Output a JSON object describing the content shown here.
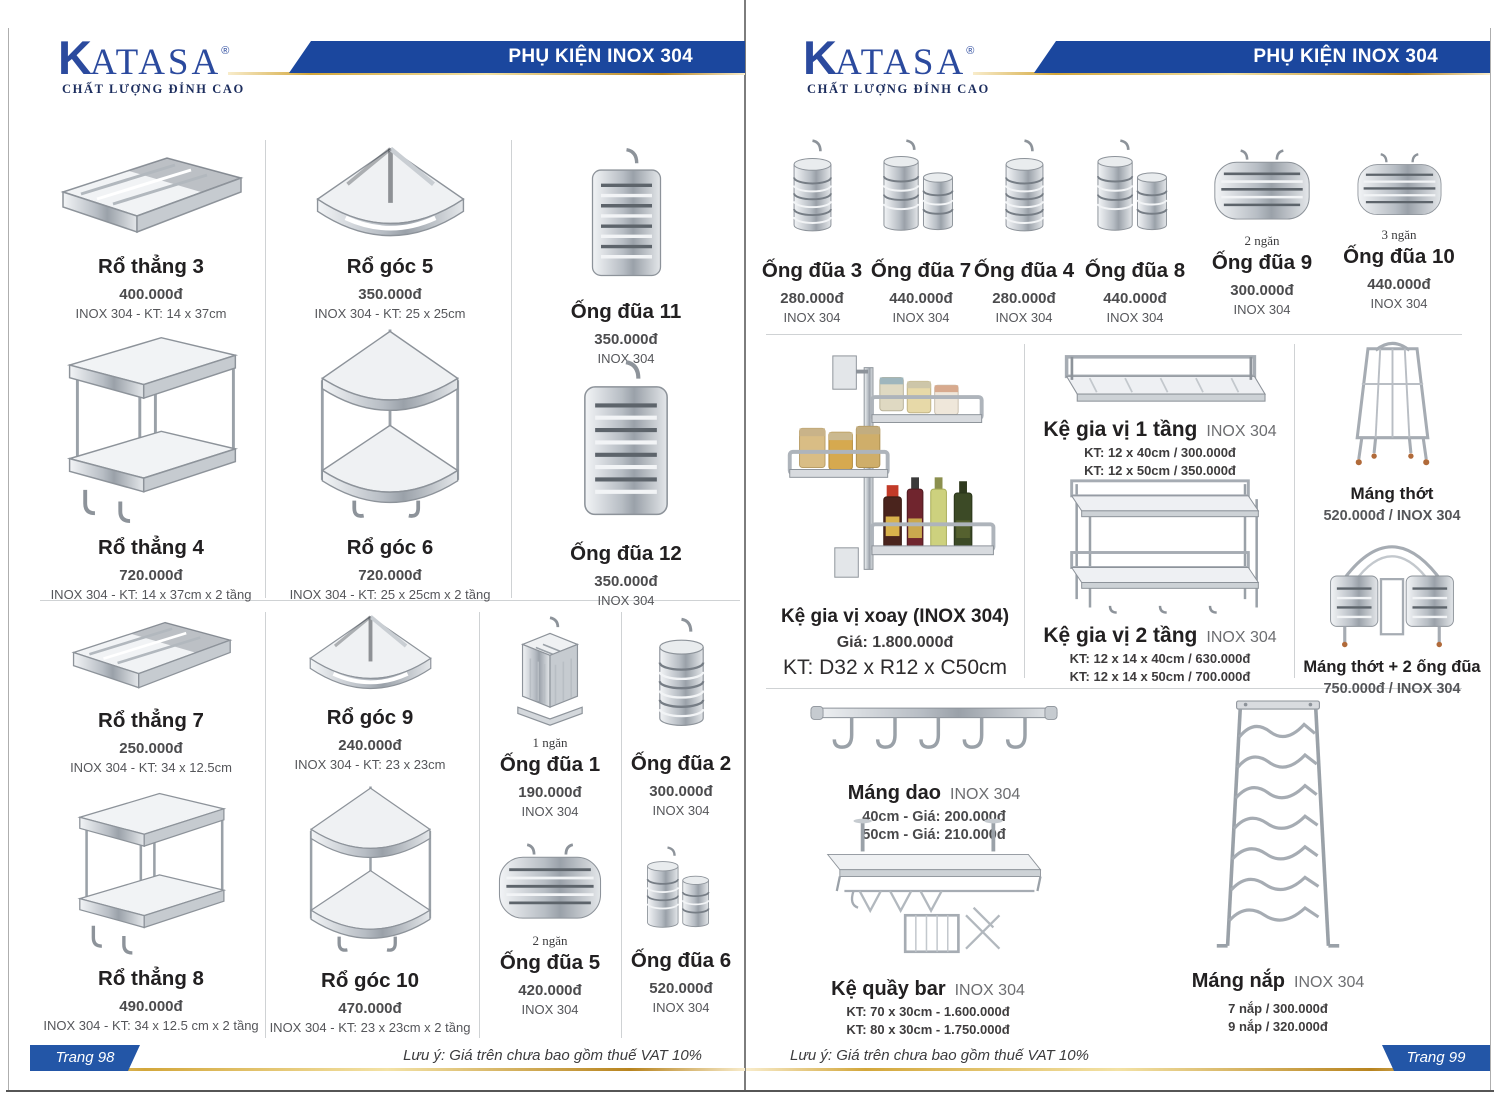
{
  "colors": {
    "accent_blue": "#1b479e",
    "logo_blue": "#2b4a9e",
    "gold": "#c9992f"
  },
  "brand": {
    "logo_k": "K",
    "logo_rest": "ATASA",
    "registered": "®",
    "tagline": "CHẤT LƯỢNG ĐỈNH CAO"
  },
  "banner": {
    "title": "PHỤ KIỆN INOX 304"
  },
  "footer": {
    "note": "Lưu ý: Giá trên chưa bao gồm thuế VAT 10%",
    "page_left": "Trang 98",
    "page_right": "Trang 99"
  },
  "left": {
    "ro_thang_3": {
      "name": "Rổ thẳng 3",
      "price": "400.000đ",
      "spec": "INOX 304 - KT: 14 x 37cm"
    },
    "ro_goc_5": {
      "name": "Rổ góc 5",
      "price": "350.000đ",
      "spec": "INOX 304 - KT: 25 x 25cm"
    },
    "ong_dua_11": {
      "name": "Ống đũa 11",
      "price": "350.000đ",
      "spec": "INOX 304"
    },
    "ro_thang_4": {
      "name": "Rổ thẳng 4",
      "price": "720.000đ",
      "spec": "INOX 304 - KT: 14 x 37cm x 2 tầng"
    },
    "ro_goc_6": {
      "name": "Rổ góc 6",
      "price": "720.000đ",
      "spec": "INOX 304 - KT: 25 x 25cm x 2 tầng"
    },
    "ong_dua_12": {
      "name": "Ống đũa 12",
      "price": "350.000đ",
      "spec": "INOX 304"
    },
    "ro_thang_7": {
      "name": "Rổ thẳng 7",
      "price": "250.000đ",
      "spec": "INOX 304 - KT: 34 x 12.5cm"
    },
    "ro_goc_9": {
      "name": "Rổ góc 9",
      "price": "240.000đ",
      "spec": "INOX 304 - KT: 23 x 23cm"
    },
    "ong_dua_1": {
      "name": "Ống đũa 1",
      "price": "190.000đ",
      "spec": "INOX 304",
      "caption": "1 ngăn"
    },
    "ong_dua_2": {
      "name": "Ống đũa 2",
      "price": "300.000đ",
      "spec": "INOX 304"
    },
    "ro_thang_8": {
      "name": "Rổ thẳng 8",
      "price": "490.000đ",
      "spec": "INOX 304 - KT: 34 x 12.5 cm x 2 tầng"
    },
    "ro_goc_10": {
      "name": "Rổ góc 10",
      "price": "470.000đ",
      "spec": "INOX 304 - KT: 23 x 23cm x 2 tầng"
    },
    "ong_dua_5": {
      "name": "Ống đũa 5",
      "price": "420.000đ",
      "spec": "INOX 304",
      "caption": "2 ngăn"
    },
    "ong_dua_6": {
      "name": "Ống đũa 6",
      "price": "520.000đ",
      "spec": "INOX 304"
    }
  },
  "right": {
    "ong_dua_3": {
      "name": "Ống đũa 3",
      "price": "280.000đ",
      "spec": "INOX 304"
    },
    "ong_dua_7": {
      "name": "Ống đũa 7",
      "price": "440.000đ",
      "spec": "INOX 304"
    },
    "ong_dua_4": {
      "name": "Ống đũa 4",
      "price": "280.000đ",
      "spec": "INOX 304"
    },
    "ong_dua_8": {
      "name": "Ống đũa 8",
      "price": "440.000đ",
      "spec": "INOX 304"
    },
    "ong_dua_9": {
      "name": "Ống đũa 9",
      "price": "300.000đ",
      "spec": "INOX 304",
      "caption": "2 ngăn"
    },
    "ong_dua_10": {
      "name": "Ống đũa 10",
      "price": "440.000đ",
      "spec": "INOX 304",
      "caption": "3 ngăn"
    },
    "ke_gia_vi_xoay": {
      "name": "Kệ gia vị xoay (INOX 304)",
      "price": "Giá: 1.800.000đ",
      "spec": "KT: D32 x R12 x C50cm"
    },
    "ke_gia_vi_1_tang": {
      "name": "Kệ gia vị 1 tầng",
      "material": "INOX 304",
      "line1": "KT: 12 x 40cm / 300.000đ",
      "line2": "KT: 12 x 50cm / 350.000đ"
    },
    "ke_gia_vi_2_tang": {
      "name": "Kệ gia vị 2 tầng",
      "material": "INOX 304",
      "line1": "KT: 12 x 14 x 40cm / 630.000đ",
      "line2": "KT: 12 x 14 x 50cm / 700.000đ"
    },
    "mang_thot": {
      "name": "Máng thớt",
      "price": "520.000đ / INOX 304"
    },
    "mang_thot_2_ong_dua": {
      "name": "Máng thớt + 2 ống đũa",
      "price": "750.000đ / INOX 304"
    },
    "mang_dao": {
      "name": "Máng dao",
      "material": "INOX 304",
      "line1": "40cm  - Giá: 200.000đ",
      "line2": "50cm  - Giá: 210.000đ"
    },
    "ke_quay_bar": {
      "name": "Kệ quầy bar",
      "material": "INOX 304",
      "line1": "KT: 70 x 30cm -  1.600.000đ",
      "line2": "KT: 80 x 30cm -  1.750.000đ"
    },
    "mang_nap": {
      "name": "Máng nắp",
      "material": "INOX 304",
      "line1": "7 nắp / 300.000đ",
      "line2": "9 nắp / 320.000đ"
    }
  }
}
